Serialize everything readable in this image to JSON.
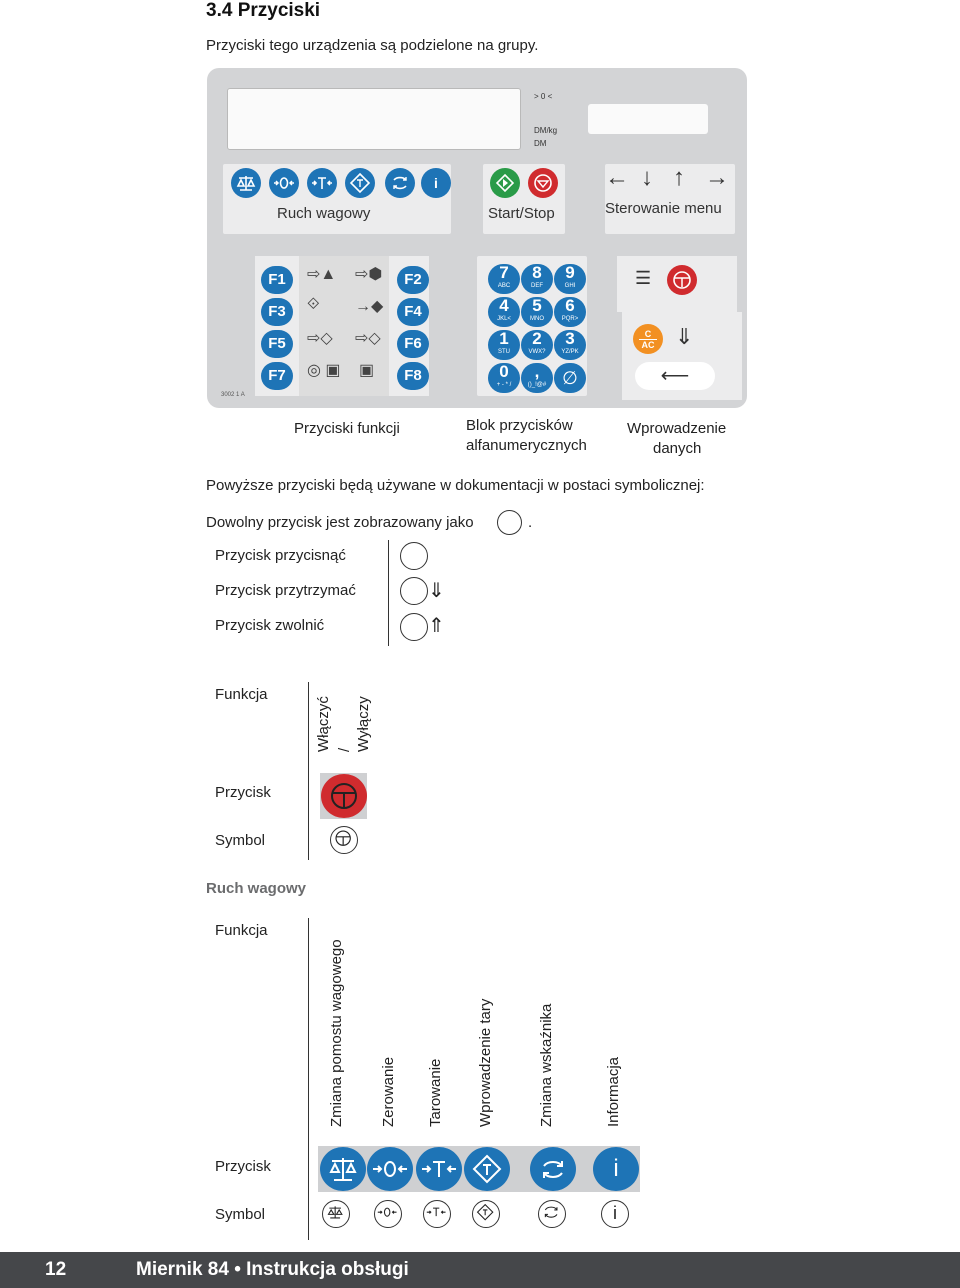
{
  "heading": "3.4 Przyciski",
  "intro": "Przyciski tego urządzenia są podzielone na grupy.",
  "panel": {
    "display_indicator": "> 0 <",
    "display_units_1": "DM/kg",
    "display_units_2": "DM",
    "group_weighing": "Ruch wagowy",
    "group_startstop": "Start/Stop",
    "group_menu": "Sterowanie menu",
    "fkeys": [
      "F1",
      "F2",
      "F3",
      "F4",
      "F5",
      "F6",
      "F7",
      "F8"
    ],
    "numkeys": [
      {
        "d": "7",
        "t": "ABC"
      },
      {
        "d": "8",
        "t": "DEF"
      },
      {
        "d": "9",
        "t": "GHI"
      },
      {
        "d": "4",
        "t": "JKL<"
      },
      {
        "d": "5",
        "t": "MNO"
      },
      {
        "d": "6",
        "t": "PQR>"
      },
      {
        "d": "1",
        "t": "STU"
      },
      {
        "d": "2",
        "t": "VWX?"
      },
      {
        "d": "3",
        "t": "YZ/PK"
      },
      {
        "d": "0",
        "t": "+ - * /"
      },
      {
        "d": ",",
        "t": "()_!@#"
      }
    ],
    "clear_key_top": "C",
    "clear_key_bottom": "AC",
    "serial": "3002 1 A"
  },
  "captions": {
    "functions": "Przyciski funkcji",
    "alnum_1": "Blok przycisków",
    "alnum_2": "alfanumerycznych",
    "entry_1": "Wprowadzenie",
    "entry_2": "danych"
  },
  "symbolic_text": "Powyższe przyciski będą używane w dokumentacji w postaci symbolicznej:",
  "any_key_text": "Dowolny przycisk jest zobrazowany jako",
  "any_key_period": ".",
  "press_actions": [
    {
      "label": "Przycisk przycisnąć",
      "mark": ""
    },
    {
      "label": "Przycisk przytrzymać",
      "mark": "⇓"
    },
    {
      "label": "Przycisk zwolnić",
      "mark": "⇑"
    }
  ],
  "power_table": {
    "row_function": "Funkcja",
    "row_key": "Przycisk",
    "row_symbol": "Symbol",
    "function_line1": "Włączyć",
    "function_line2": "/",
    "function_line3": "Wyłączy"
  },
  "weighing_section": {
    "title": "Ruch wagowy",
    "row_function": "Funkcja",
    "row_key": "Przycisk",
    "row_symbol": "Symbol",
    "functions": [
      "Zmiana pomostu wagowego",
      "Zerowanie",
      "Tarowanie",
      "Wprowadzenie tary",
      "Zmiana wskaźnika",
      "Informacja"
    ]
  },
  "footer": {
    "page_number": "12",
    "title": "Miernik 84 • Instrukcja obsługi"
  }
}
